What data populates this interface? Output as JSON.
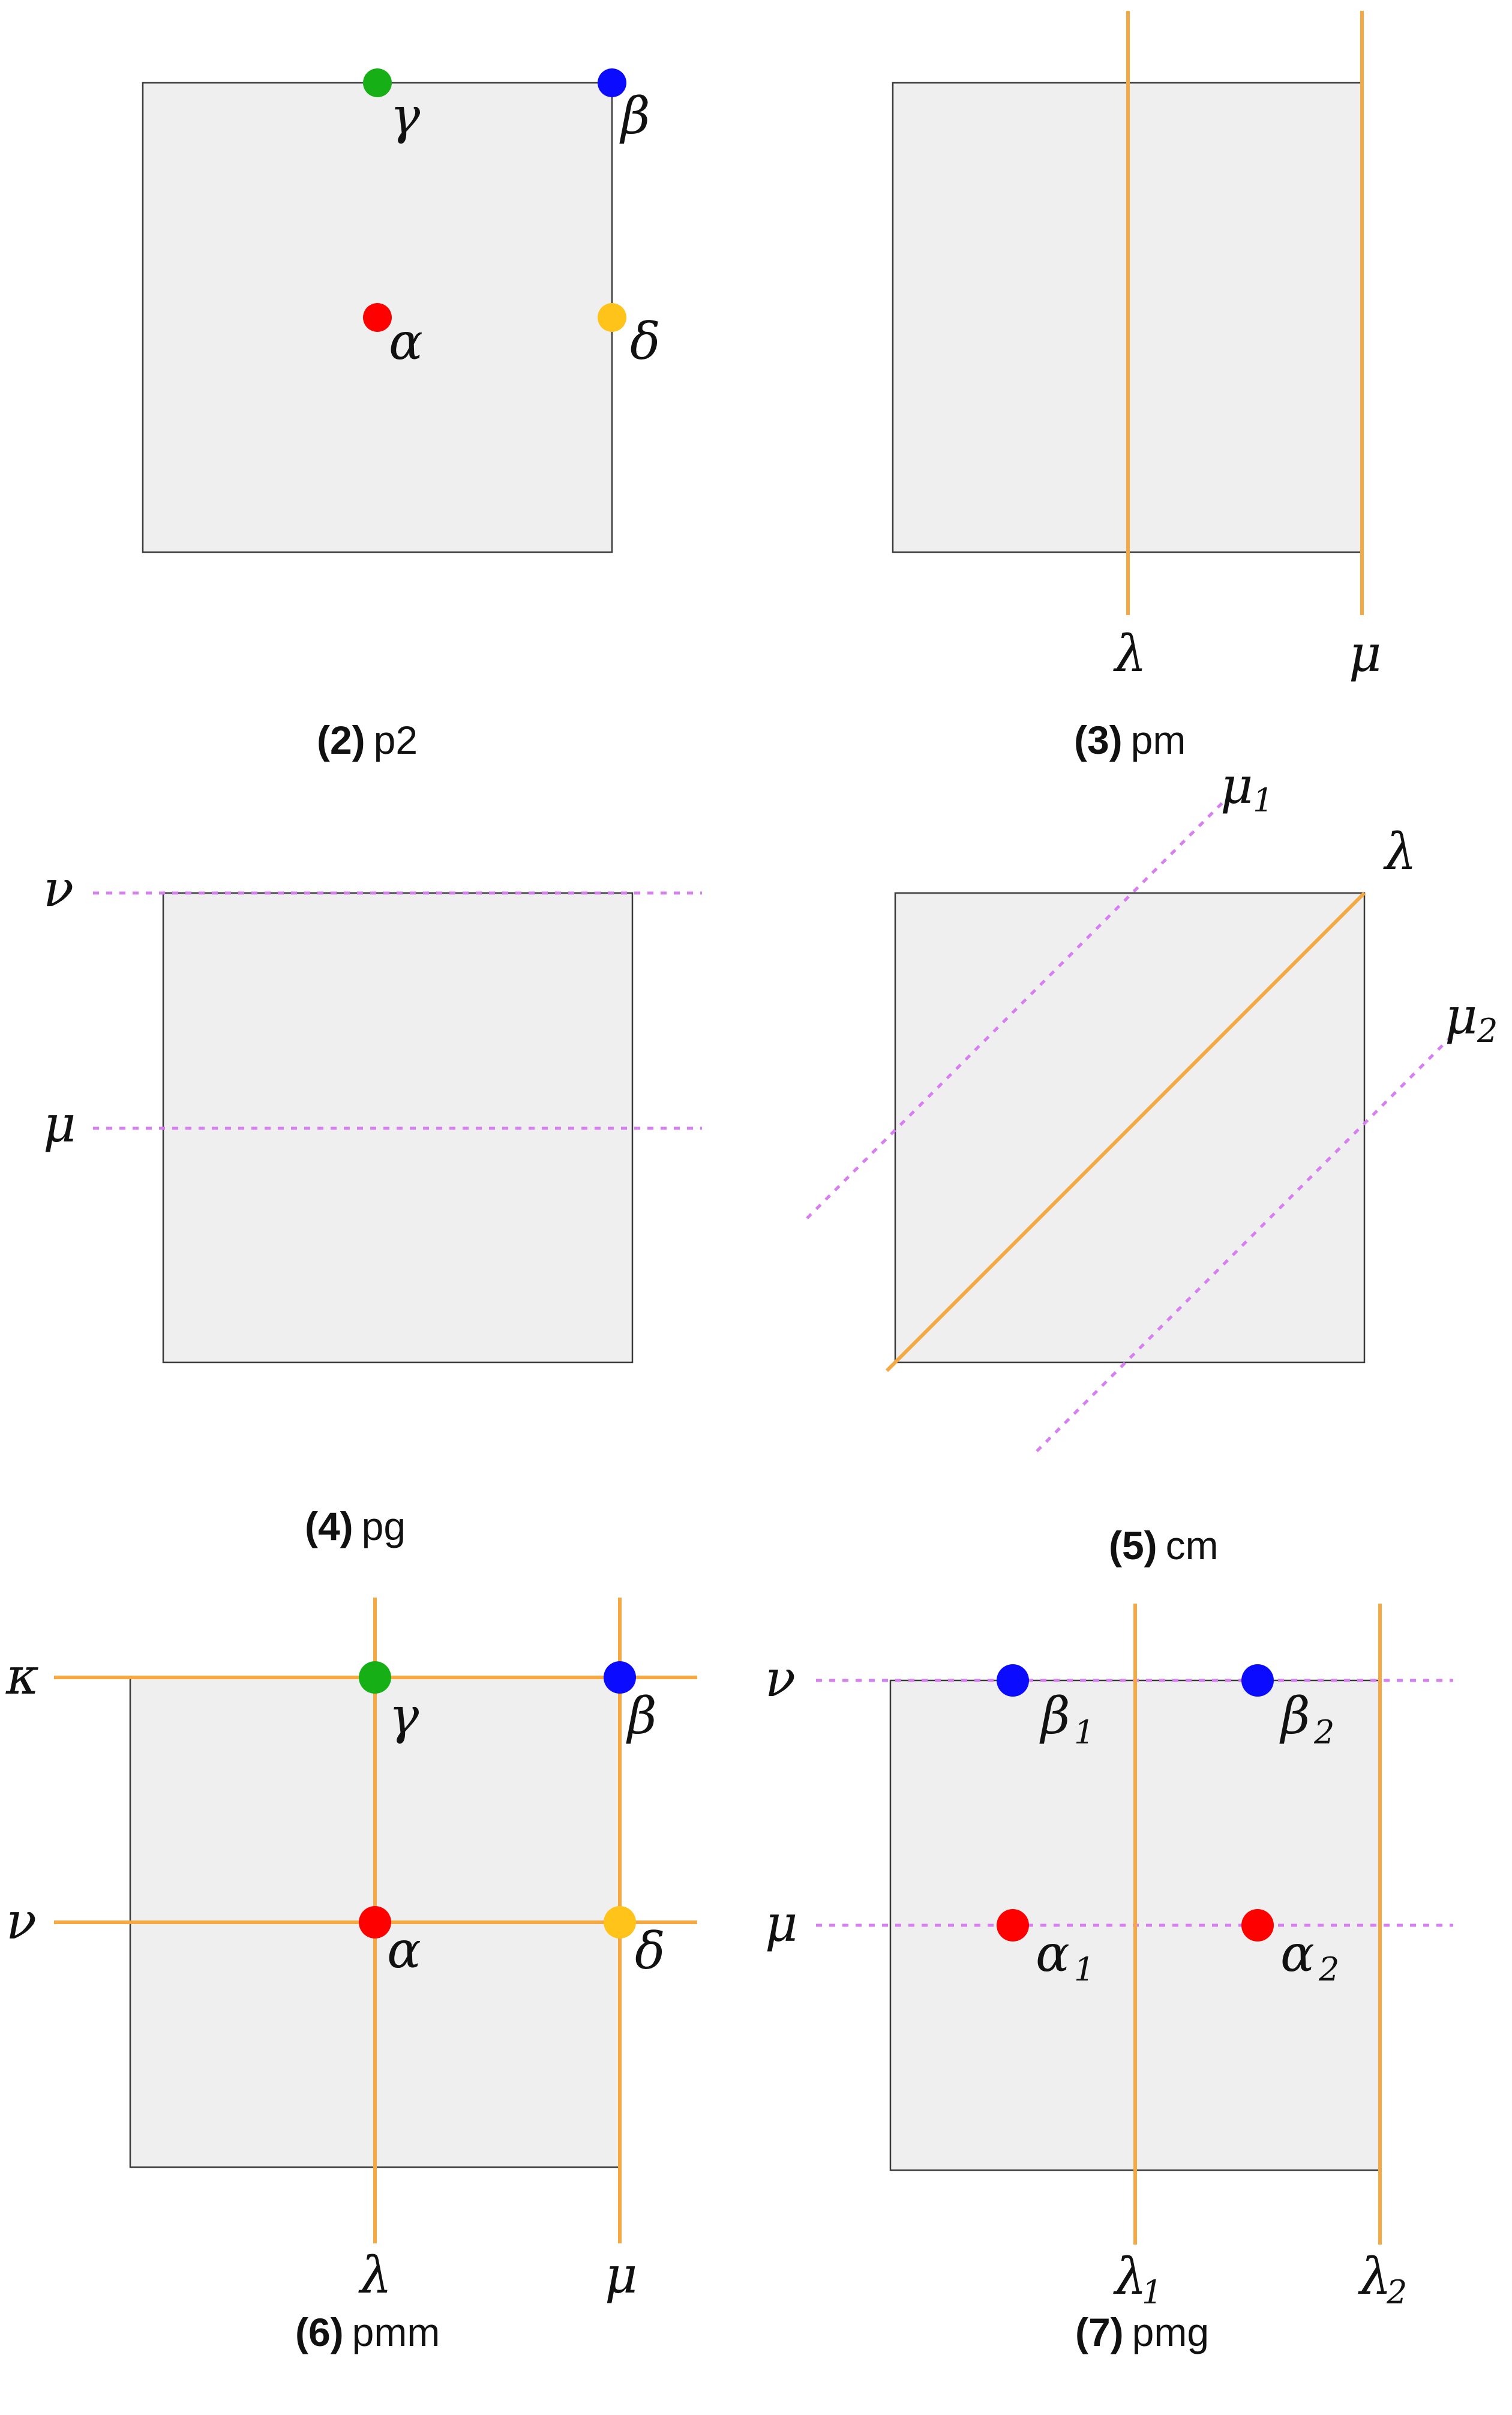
{
  "colors": {
    "mirror_line": "#f5a943",
    "glide_line": "#d77ff2",
    "square_fill": "#efefef",
    "square_stroke": "#3a3a3a",
    "red": "#ff0000",
    "blue": "#0b0bff",
    "green": "#16b016",
    "yellow": "#ffc31a"
  },
  "panels": [
    {
      "id": "p2",
      "number": "(2)",
      "name": "p2",
      "labels": {
        "gamma": "γ",
        "beta": "β",
        "alpha": "α",
        "delta": "δ"
      }
    },
    {
      "id": "pm",
      "number": "(3)",
      "name": "pm",
      "labels": {
        "lambda": "λ",
        "mu": "μ"
      }
    },
    {
      "id": "pg",
      "number": "(4)",
      "name": "pg",
      "labels": {
        "nu": "ν",
        "mu": "μ"
      }
    },
    {
      "id": "cm",
      "number": "(5)",
      "name": "cm",
      "labels": {
        "lambda": "λ",
        "mu1": "μ",
        "mu1_sub": "1",
        "mu2": "μ",
        "mu2_sub": "2"
      }
    },
    {
      "id": "pmm",
      "number": "(6)",
      "name": "pmm",
      "labels": {
        "kappa": "κ",
        "nu": "ν",
        "lambda": "λ",
        "mu": "μ",
        "gamma": "γ",
        "beta": "β",
        "alpha": "α",
        "delta": "δ"
      }
    },
    {
      "id": "pmg",
      "number": "(7)",
      "name": "pmg",
      "labels": {
        "nu": "ν",
        "mu": "μ",
        "beta": "β",
        "beta1_sub": "1",
        "beta2_sub": "2",
        "alpha": "α",
        "alpha1_sub": "1",
        "alpha2_sub": "2",
        "lambda": "λ",
        "lambda1_sub": "1",
        "lambda2_sub": "2"
      }
    }
  ]
}
